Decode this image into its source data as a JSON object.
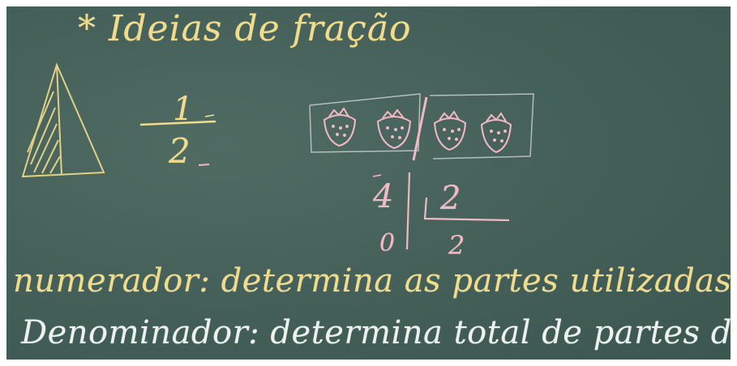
{
  "board": {
    "title": "* Ideias de fração",
    "fraction": {
      "numerator": "1",
      "denominator": "2"
    },
    "division": {
      "dividend": "4",
      "divisor": "2",
      "remainder": "0",
      "quotient": "2"
    },
    "lines": [
      "numerador: determina as partes utilizadas",
      "Denominador: determina total de partes divididas"
    ],
    "strawberries": {
      "left_group": 2,
      "right_group": 2
    },
    "colors": {
      "board": "#45615a",
      "chalk_yellow": "#f2dc8a",
      "chalk_pink": "#f2b8c6",
      "chalk_white": "#eef2ee"
    }
  }
}
